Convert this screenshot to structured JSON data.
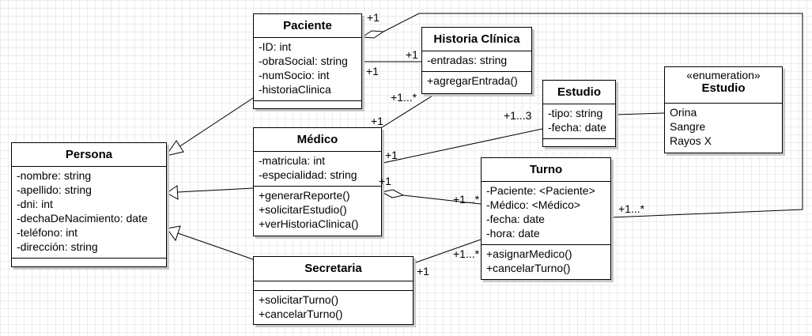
{
  "classes": {
    "paciente": {
      "name": "Paciente",
      "attributes": [
        "-ID: int",
        "-obraSocial: string",
        "-numSocio: int",
        "-historiaClinica"
      ],
      "methods": []
    },
    "historia": {
      "name": "Historia Clínica",
      "attributes": [
        "-entradas: string"
      ],
      "methods": [
        "+agregarEntrada()"
      ]
    },
    "estudio": {
      "name": "Estudio",
      "attributes": [
        "-tipo: string",
        "-fecha: date"
      ],
      "methods": []
    },
    "enum_estudio": {
      "stereotype": "«enumeration»",
      "name": "Estudio",
      "values": [
        "Orina",
        "Sangre",
        "Rayos X"
      ]
    },
    "persona": {
      "name": "Persona",
      "attributes": [
        "-nombre: string",
        "-apellido: string",
        "-dni: int",
        "-dechaDeNacimiento: date",
        "-teléfono: int",
        "-dirección: string"
      ],
      "methods": []
    },
    "medico": {
      "name": "Médico",
      "attributes": [
        "-matricula: int",
        "-especialidad: string"
      ],
      "methods": [
        "+generarReporte()",
        "+solicitarEstudio()",
        "+verHistoriaClinica()"
      ]
    },
    "turno": {
      "name": "Turno",
      "attributes": [
        "-Paciente: <Paciente>",
        "-Médico: <Médico>",
        "-fecha: date",
        "-hora: date"
      ],
      "methods": [
        "+asignarMedico()",
        "+cancelarTurno()"
      ]
    },
    "secretaria": {
      "name": "Secretaria",
      "attributes": [],
      "methods": [
        "+solicitarTurno()",
        "+cancelarTurno()"
      ]
    }
  },
  "multiplicities": {
    "pac_turno_top": "+1",
    "pac_hist_right": "+1",
    "pac_hist_left": "+1",
    "hist_medico_top": "+1...*",
    "medico_hist": "+1",
    "estudio_mult": "+1...3",
    "medico_estudio": "+1",
    "medico_turno_left": "+1",
    "turno_medico": "+1...*",
    "turno_paciente": "+1...*",
    "turno_secretaria": "+1...*",
    "secretaria_turno": "+1"
  }
}
